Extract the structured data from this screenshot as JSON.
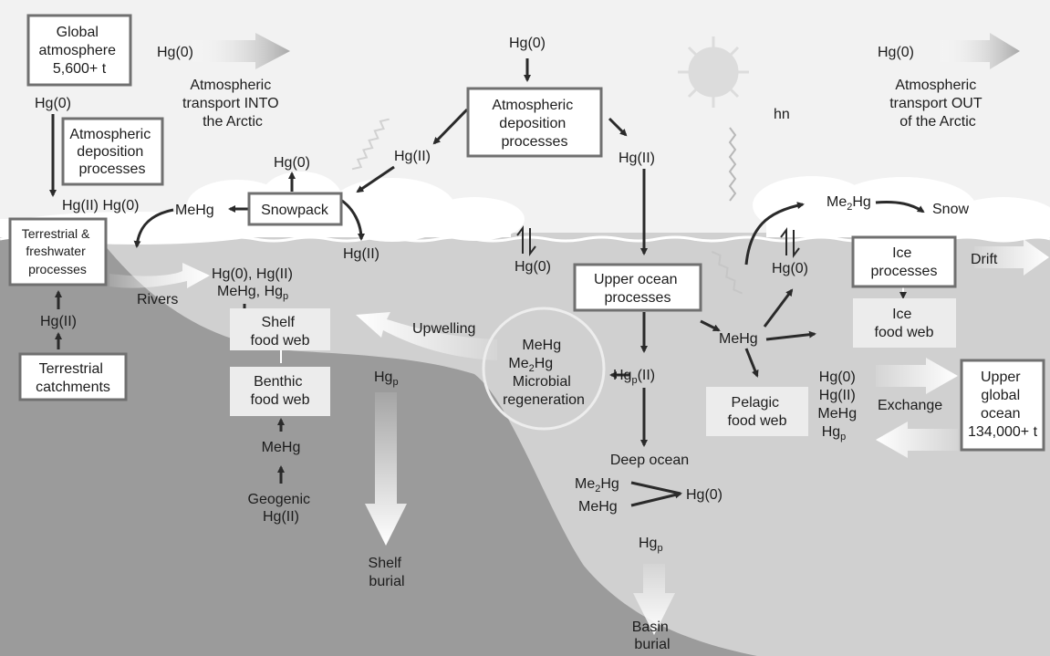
{
  "boxes": {
    "global_atmosphere": [
      "Global",
      "atmosphere",
      "5,600+ t"
    ],
    "atm_deposition_left": [
      "Atmospheric",
      "deposition",
      "processes"
    ],
    "atm_deposition_center": [
      "Atmospheric",
      "deposition",
      "processes"
    ],
    "snowpack": [
      "Snowpack"
    ],
    "terrestrial_freshwater": [
      "Terrestrial &",
      "freshwater",
      "processes"
    ],
    "terrestrial_catchments": [
      "Terrestrial",
      "catchments"
    ],
    "upper_ocean": [
      "Upper ocean",
      "processes"
    ],
    "ice_processes": [
      "Ice",
      "processes"
    ],
    "upper_global_ocean": [
      "Upper",
      "global",
      "ocean",
      "134,000+ t"
    ]
  },
  "light_boxes": {
    "shelf_food_web": [
      "Shelf",
      "food web"
    ],
    "benthic_food_web": [
      "Benthic",
      "food web"
    ],
    "ice_food_web": [
      "Ice",
      "food web"
    ],
    "pelagic_food_web": [
      "Pelagic",
      "food web"
    ]
  },
  "labels": {
    "transport_into": [
      "Atmospheric",
      "transport INTO",
      "the Arctic"
    ],
    "transport_out": [
      "Atmospheric",
      "transport OUT",
      "of the Arctic"
    ],
    "hg0": "Hg(0)",
    "hgii": "Hg(II)",
    "mehg": "MeHg",
    "hn": "hn",
    "snow": "Snow",
    "drift": "Drift",
    "rivers": "Rivers",
    "upwelling": "Upwelling",
    "exchange": "Exchange",
    "hgii_hg0": "Hg(II) Hg(0)",
    "hg0_hgii_river": "Hg(0), Hg(II)",
    "mehg_hg": "MeHg, Hg",
    "sub_p": "p",
    "sub_2": "2",
    "me": "Me",
    "hg": "Hg",
    "hg_ii_suffix": "(II)",
    "microbial": [
      "MeHg",
      "Me",
      "Hg",
      "Microbial",
      "regeneration"
    ],
    "deep_ocean": "Deep ocean",
    "shelf_burial": [
      "Shelf",
      "burial"
    ],
    "basin_burial": [
      "Basin",
      "burial"
    ],
    "geogenic": [
      "Geogenic",
      "Hg(II)"
    ],
    "exchange_species": [
      "Hg(0)",
      "Hg(II)",
      "MeHg",
      "Hg"
    ]
  },
  "colors": {
    "deep_sea": "#9b9b9b",
    "upper_sea": "#d0d0d0",
    "sky": "#f2f2f2",
    "box_border": "#707070",
    "arrow": "#2a2a2a"
  }
}
